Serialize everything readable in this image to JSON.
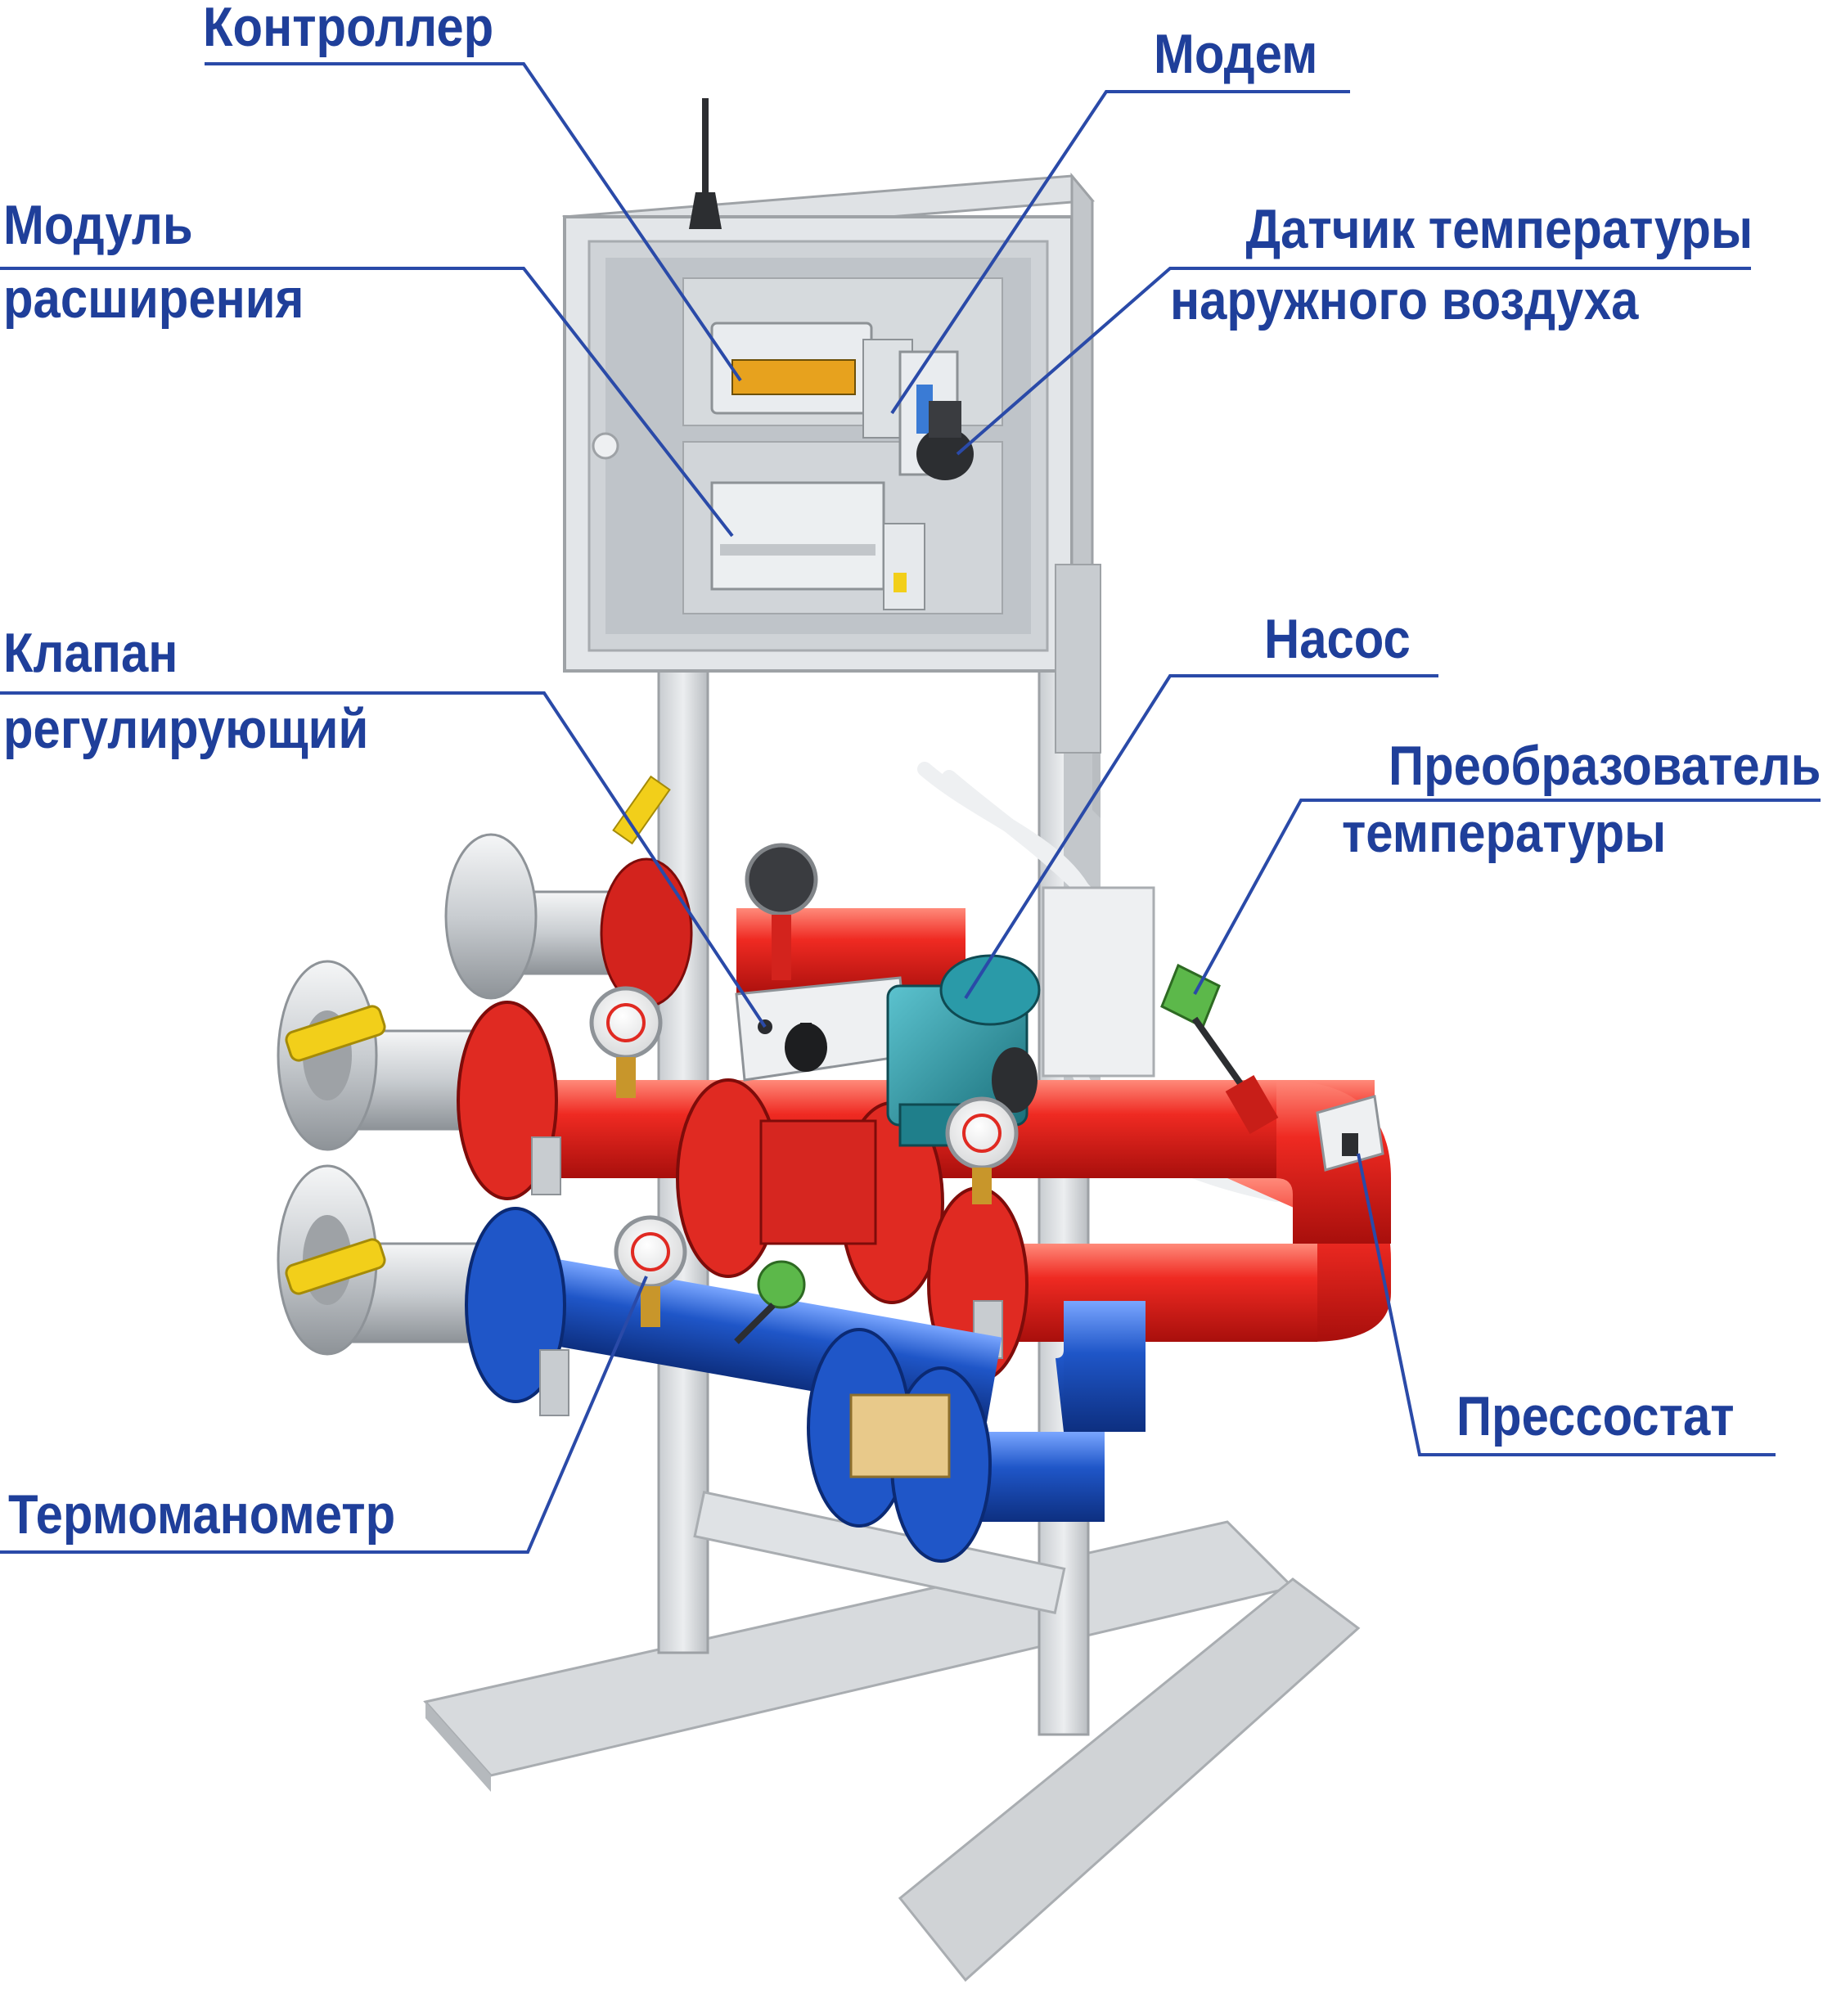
{
  "labels": {
    "controller": "Контроллер",
    "modem": "Модем",
    "expansion_module": [
      "Модуль",
      "расширения"
    ],
    "outdoor_temp_sensor": [
      "Датчик температуры",
      "наружного воздуха"
    ],
    "control_valve": [
      "Клапан",
      "регулирующий"
    ],
    "pump": "Насос",
    "temperature_transducer": [
      "Преобразователь",
      "температуры"
    ],
    "pressure_switch": "Прессостат",
    "thermomanometer": "Термоманометр"
  },
  "colors": {
    "label_text": "#1f3f9a",
    "leader_line": "#2a4aa8",
    "supply_pipe": "#e3231f",
    "return_pipe": "#1f56c8",
    "pump_body": "#2a9aa8",
    "frame_metal": "#dcdfe2",
    "ball_valve_handle": "#f2cf1a"
  },
  "icons": {
    "antenna": "antenna-icon",
    "gauge": "gauge-icon",
    "pressure_switch": "pressure-switch-icon"
  }
}
